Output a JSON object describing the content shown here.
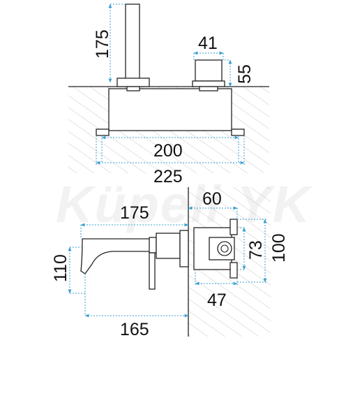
{
  "watermark": "Küpeli YK",
  "top_view": {
    "dims": {
      "spout_height": "175",
      "handle_width": "41",
      "handle_height": "55",
      "box_width": "200",
      "plate_width": "225"
    }
  },
  "side_view": {
    "dims": {
      "spout_projection": "175",
      "depth": "60",
      "spout_drop": "110",
      "base_projection": "165",
      "box_depth": "47",
      "box_height": "73",
      "plate_height": "100"
    }
  },
  "colors": {
    "dimension_line": "#3a9fd2",
    "outline": "#222222",
    "hatch": "#c8c8c8",
    "watermark": "#f2f2f2"
  }
}
